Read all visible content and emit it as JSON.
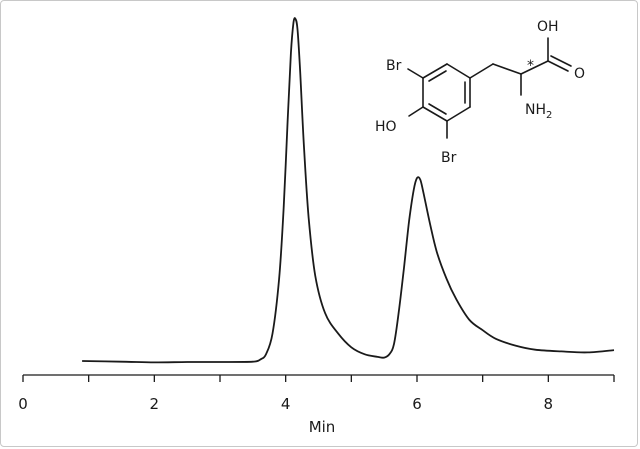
{
  "chart_data": {
    "type": "line",
    "title": "",
    "xlabel": "Min",
    "ylabel": "",
    "xlim": [
      0,
      9
    ],
    "xticks": [
      0,
      2,
      4,
      6,
      8
    ],
    "tick_labels": [
      "0",
      "2",
      "4",
      "6",
      "8"
    ],
    "grid": false,
    "legend": "none",
    "line_color": "#1a1a1a",
    "series": [
      {
        "x": [
          0.9,
          1.5,
          2.0,
          2.5,
          3.0,
          3.5,
          3.62,
          3.7,
          3.8,
          3.9,
          3.97,
          4.03,
          4.08,
          4.12,
          4.15,
          4.18,
          4.22,
          4.28,
          4.35,
          4.45,
          4.6,
          4.8,
          5.0,
          5.2,
          5.4,
          5.5,
          5.58,
          5.65,
          5.72,
          5.8,
          5.88,
          5.95,
          6.0,
          6.05,
          6.1,
          6.2,
          6.3,
          6.45,
          6.6,
          6.8,
          7.0,
          7.2,
          7.5,
          7.8,
          8.2,
          8.6,
          9.0
        ],
        "y": [
          0.0,
          -0.002,
          -0.004,
          -0.003,
          -0.003,
          -0.002,
          0.005,
          0.02,
          0.08,
          0.24,
          0.45,
          0.7,
          0.9,
          0.99,
          1.0,
          0.97,
          0.85,
          0.62,
          0.42,
          0.25,
          0.14,
          0.08,
          0.04,
          0.02,
          0.012,
          0.01,
          0.02,
          0.05,
          0.14,
          0.27,
          0.41,
          0.5,
          0.535,
          0.53,
          0.49,
          0.4,
          0.32,
          0.24,
          0.18,
          0.12,
          0.09,
          0.065,
          0.045,
          0.033,
          0.028,
          0.025,
          0.032
        ]
      }
    ]
  },
  "structure": {
    "labels": {
      "oh_top": "OH",
      "o": "O",
      "star": "*",
      "br_top": "Br",
      "ho": "HO",
      "br_bottom": "Br",
      "nh": "NH",
      "nh_sub": "2"
    }
  }
}
